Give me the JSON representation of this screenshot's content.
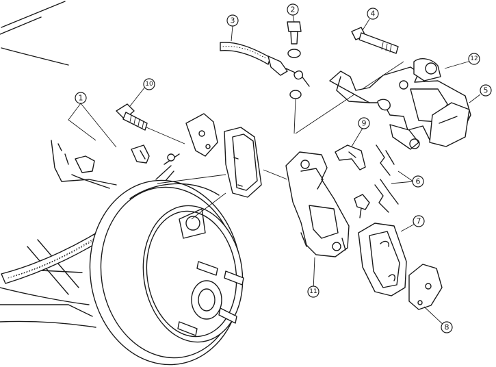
{
  "callouts": [
    {
      "id": "1",
      "label": "1"
    },
    {
      "id": "2",
      "label": "2"
    },
    {
      "id": "3",
      "label": "3"
    },
    {
      "id": "4",
      "label": "4"
    },
    {
      "id": "5",
      "label": "5"
    },
    {
      "id": "6",
      "label": "6"
    },
    {
      "id": "7",
      "label": "7"
    },
    {
      "id": "8",
      "label": "8"
    },
    {
      "id": "9",
      "label": "9"
    },
    {
      "id": "10",
      "label": "10"
    },
    {
      "id": "11",
      "label": "11"
    },
    {
      "id": "12",
      "label": "12"
    }
  ],
  "colors": {
    "ink": "#1a1a1a",
    "background": "#ffffff"
  }
}
